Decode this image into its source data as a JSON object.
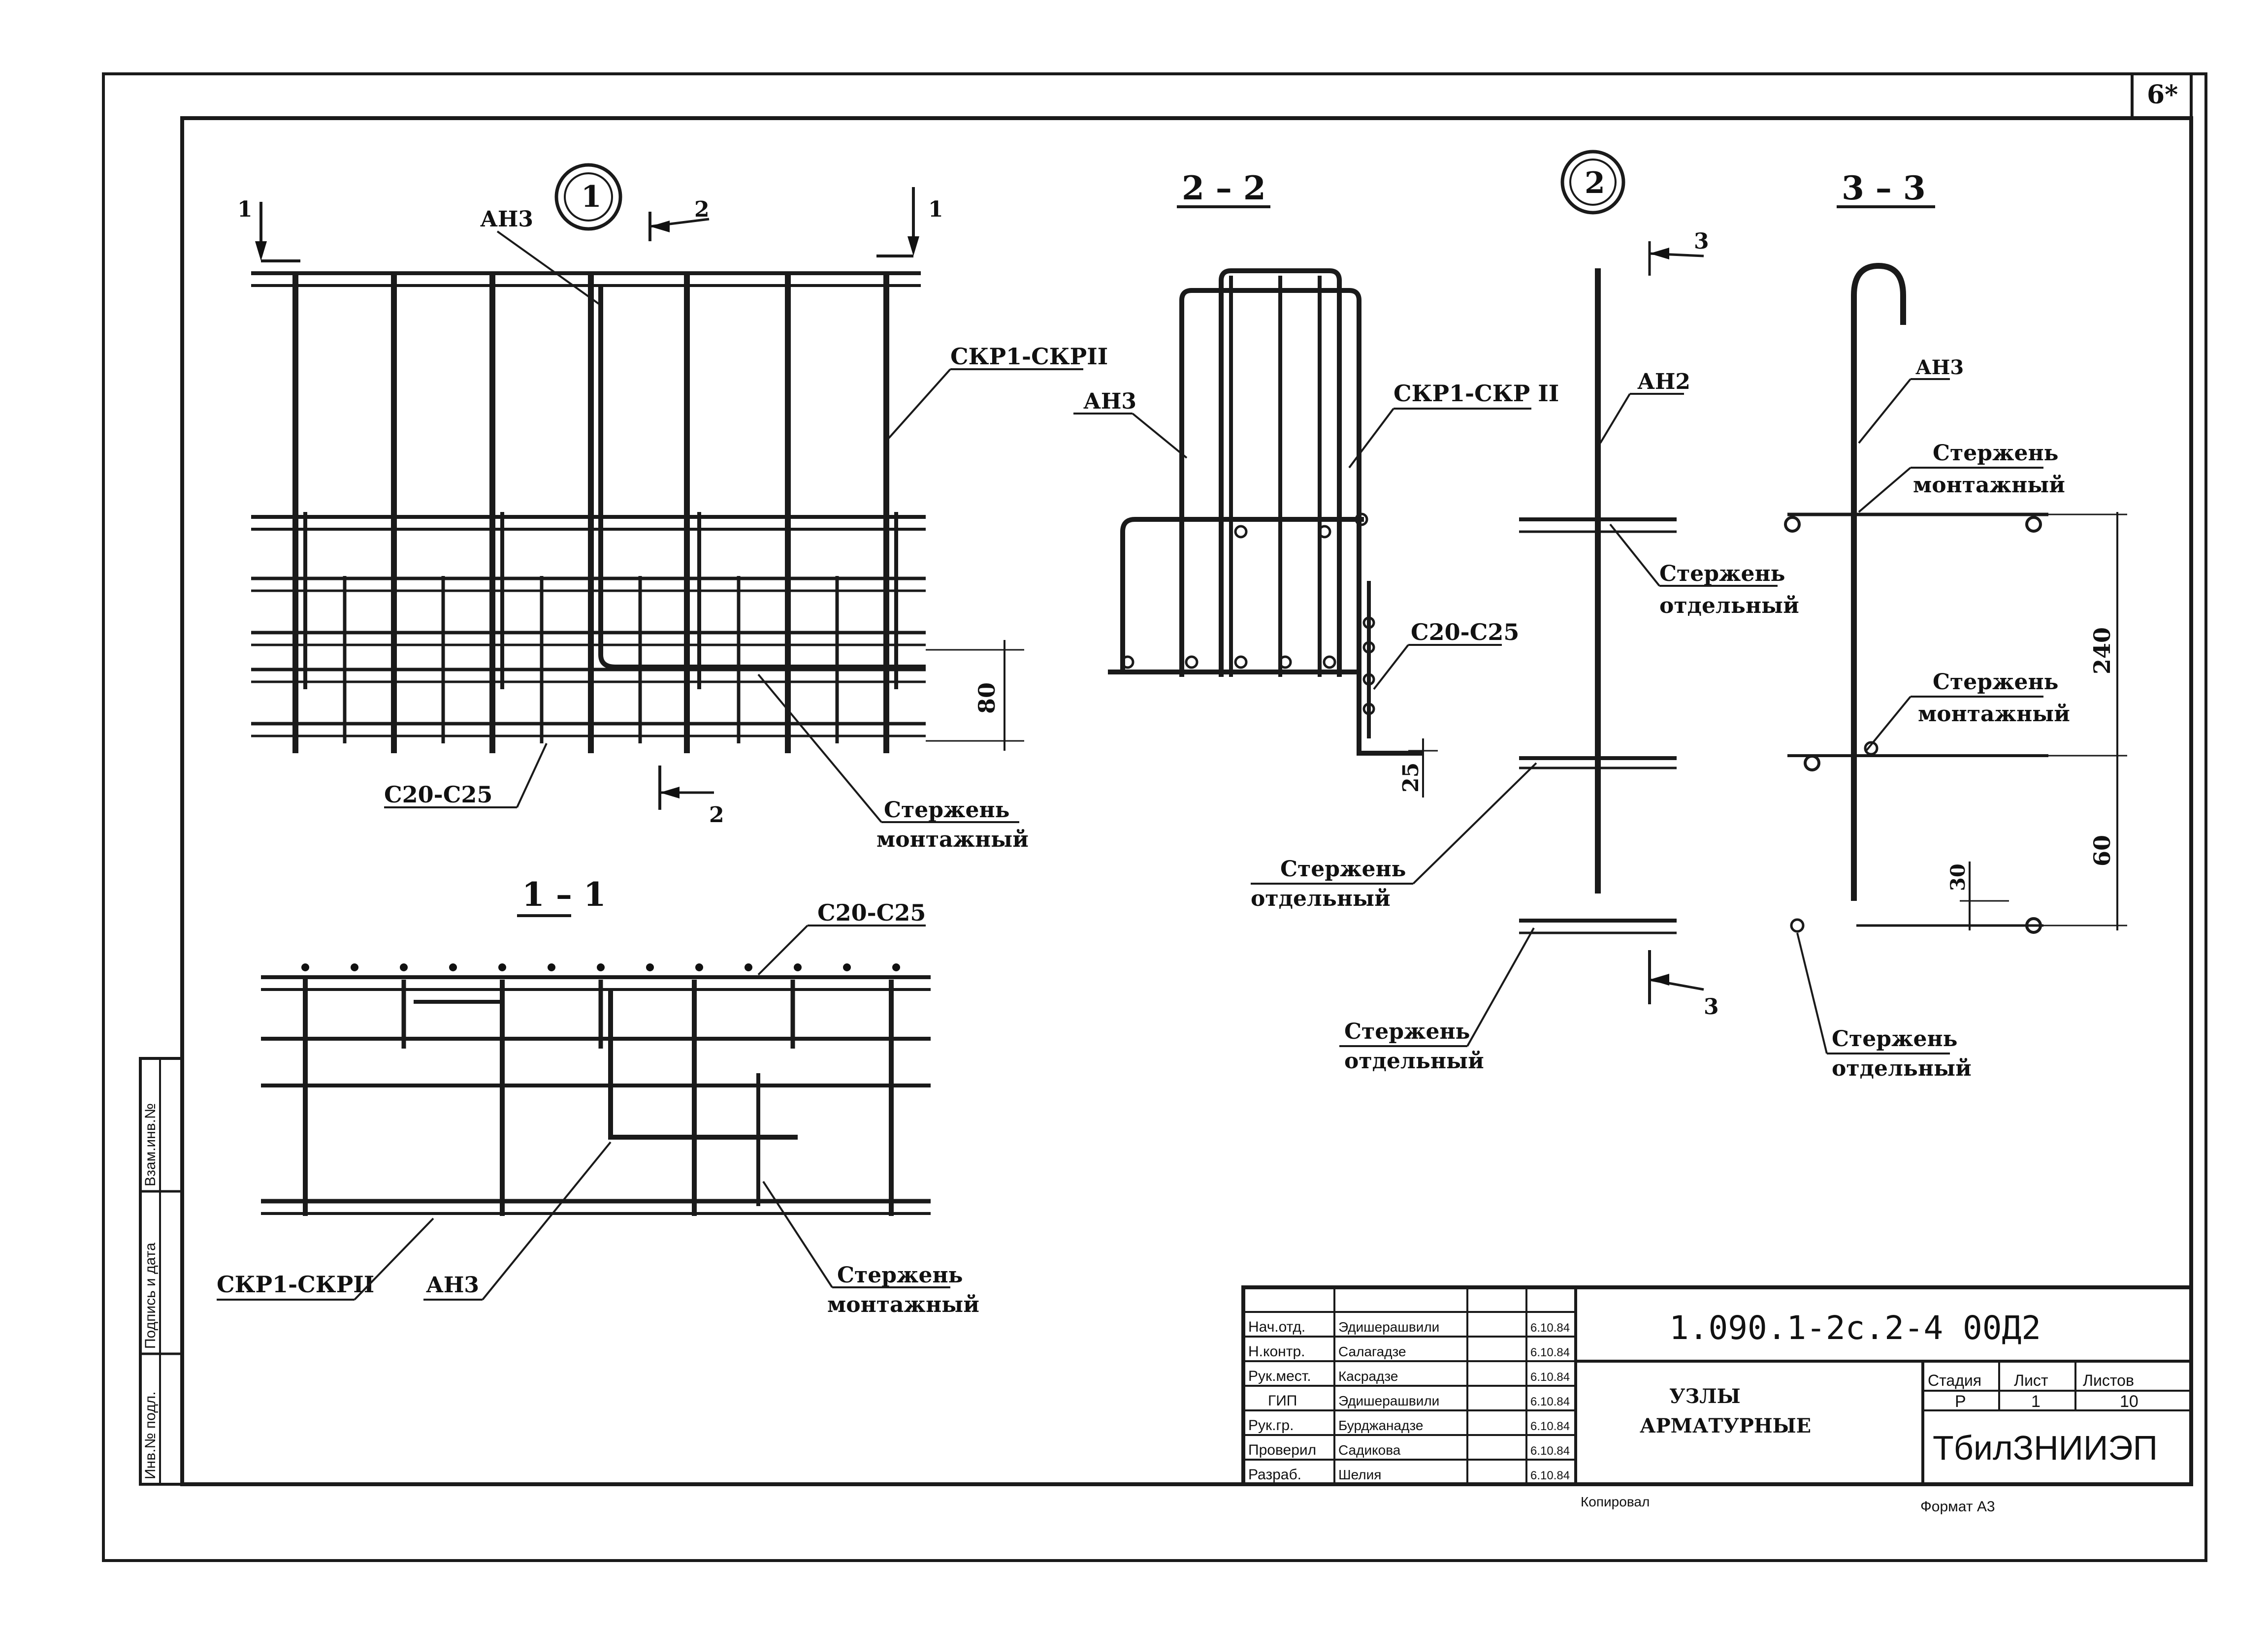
{
  "sheet_mark": "6*",
  "nodes": {
    "node1": "1",
    "node2": "2"
  },
  "sections": {
    "s22": "2 – 2",
    "s33": "3 – 3",
    "s11": "1 – 1"
  },
  "cut_marks": {
    "c1": "1",
    "c2": "2",
    "c3": "3"
  },
  "labels": {
    "ah3": "АН3",
    "ah2": "АН2",
    "ah3b": "АН3",
    "ckp_top": "СКР1-СКРII",
    "ckp_22": "СКР1-СКР II",
    "ckp_11": "СКР1-СКРII",
    "c20_top": "С20-С25",
    "c20_22": "С20-С25",
    "c20_11": "С20-С25",
    "rod_mont_1": "Стержень",
    "rod_mont_1b": "монтажный",
    "rod_sep_1": "Стержень",
    "rod_sep_1b": "отдельный",
    "rod_sep_2": "Стержень",
    "rod_sep_2b": "отдельный",
    "rod_sep_3": "Стержень",
    "rod_sep_3b": "отдельный",
    "rod_sep_4": "Стержень",
    "rod_sep_4b": "отдельный",
    "rod_mont_2": "Стержень",
    "rod_mont_2b": "монтажный",
    "rod_mont_3": "Стержень",
    "rod_mont_3b": "монтажный",
    "rod_mont_4": "Стержень",
    "rod_mont_4b": "монтажный"
  },
  "dims": {
    "d80": "80",
    "d25": "25",
    "d240": "240",
    "d60": "60",
    "d30": "30"
  },
  "stamp": {
    "code": "1.090.1-2с.2-4  00Д2",
    "title1": "УЗЛЫ",
    "title2": "АРМАТУРНЫЕ",
    "stage_h": "Стадия",
    "sheet_h": "Лист",
    "sheets_h": "Листов",
    "stage": "Р",
    "sheet": "1",
    "sheets": "10",
    "org": "ТбилЗНИИЭП",
    "rows": [
      {
        "role": "Нач.отд.",
        "name": "Эдишерашвили",
        "date": "6.10.84"
      },
      {
        "role": "Н.контр.",
        "name": "Салагадзе",
        "date": "6.10.84"
      },
      {
        "role": "Рук.мест.",
        "name": "Касрадзе",
        "date": "6.10.84"
      },
      {
        "role": "ГИП",
        "name": "Эдишерашвили",
        "date": "6.10.84"
      },
      {
        "role": "Рук.гр.",
        "name": "Бурджанадзе",
        "date": "6.10.84"
      },
      {
        "role": "Проверил",
        "name": "Садикова",
        "date": "6.10.84"
      },
      {
        "role": "Разраб.",
        "name": "Шелия",
        "date": "6.10.84"
      }
    ]
  },
  "copied": "Копировал",
  "format": "Формат А3",
  "side": {
    "s1": "Взам.инв.№",
    "s2": "Подпись и дата",
    "s3": "Инв.№ подл."
  }
}
